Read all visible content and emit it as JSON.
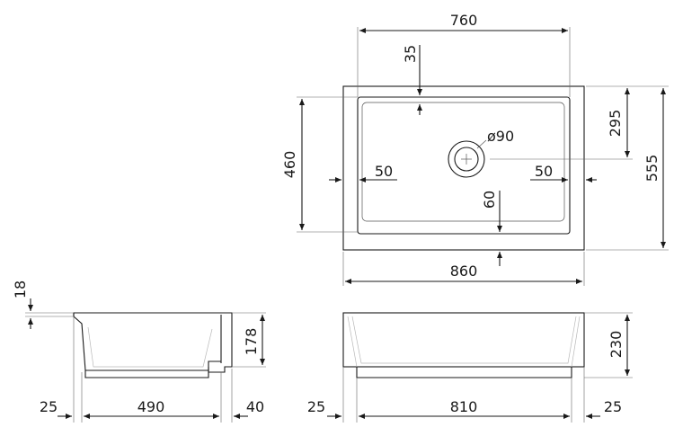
{
  "dimensions": {
    "top_width": "760",
    "rim_offset": "35",
    "waste_diameter": "ø90",
    "waste_from_back": "295",
    "overall_depth": "555",
    "bowl_depth_plan": "460",
    "side_left": "50",
    "side_right": "50",
    "front_wall": "60",
    "overall_width": "860",
    "rim_thickness": "18",
    "side_height": "178",
    "front_height": "230",
    "side_left_offset": "25",
    "side_length": "490",
    "side_right_offset": "40",
    "front_left_offset": "25",
    "front_base_width": "810",
    "front_right_offset": "25"
  },
  "colors": {
    "line": "#1a1a1a",
    "background": "#ffffff"
  }
}
